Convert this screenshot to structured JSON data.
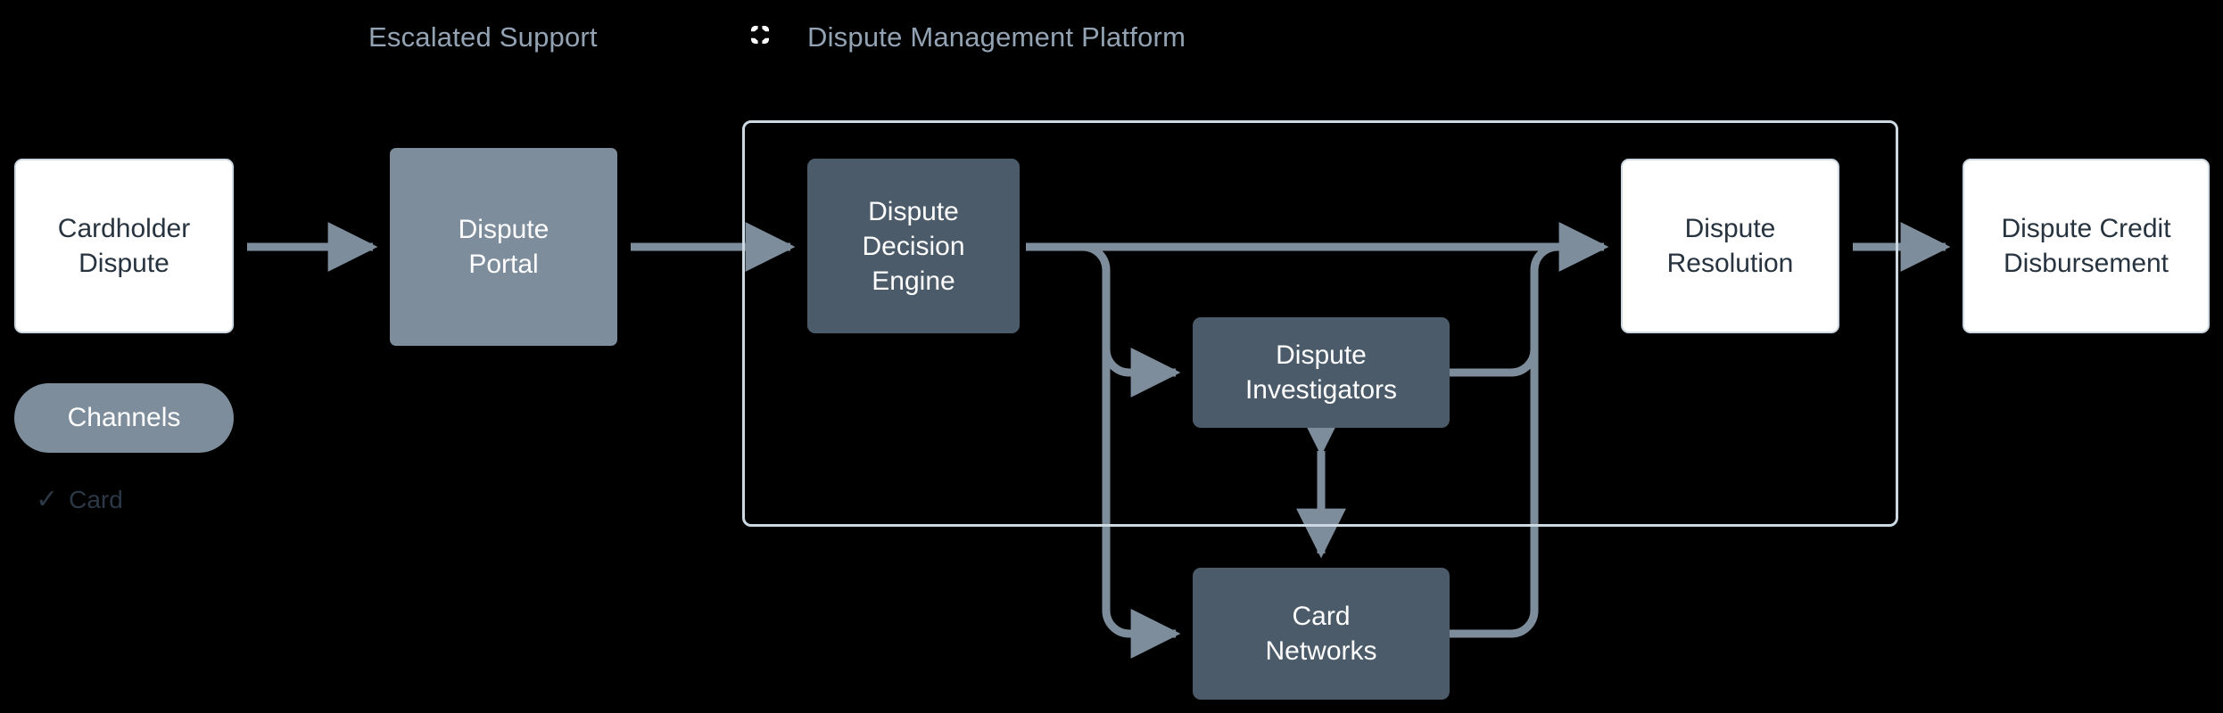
{
  "header": {
    "escalated_support_label": "Escalated Support",
    "platform_label": "Dispute Management Platform",
    "platform_icon": "quatrefoil-icon"
  },
  "colors": {
    "background": "#000000",
    "white_node_fill": "#ffffff",
    "white_node_border": "#cdd8e0",
    "white_node_text": "#27333f",
    "mid_node_fill": "#7e8d9c",
    "dark_node_fill": "#4b5b6a",
    "node_text_light": "#ffffff",
    "connector": "#7e8d9c",
    "boundary_border": "#ccd9e2",
    "header_text": "#93a3b4",
    "legend_text": "#2c3845"
  },
  "boundary": {
    "name": "Dispute Management Platform"
  },
  "nodes": [
    {
      "id": "cardholder-dispute",
      "label": "Cardholder\nDispute",
      "style": "white"
    },
    {
      "id": "dispute-portal",
      "label": "Dispute\nPortal",
      "style": "mid"
    },
    {
      "id": "decision-engine",
      "label": "Dispute\nDecision\nEngine",
      "style": "dark"
    },
    {
      "id": "investigators",
      "label": "Dispute\nInvestigators",
      "style": "dark"
    },
    {
      "id": "card-networks",
      "label": "Card\nNetworks",
      "style": "dark"
    },
    {
      "id": "dispute-resolution",
      "label": "Dispute\nResolution",
      "style": "white"
    },
    {
      "id": "credit-disbursement",
      "label": "Dispute Credit\nDisbursement",
      "style": "white"
    }
  ],
  "node_labels": {
    "cardholder_dispute_line1": "Cardholder",
    "cardholder_dispute_line2": "Dispute",
    "dispute_portal_line1": "Dispute",
    "dispute_portal_line2": "Portal",
    "decision_engine_line1": "Dispute",
    "decision_engine_line2": "Decision",
    "decision_engine_line3": "Engine",
    "investigators_line1": "Dispute",
    "investigators_line2": "Investigators",
    "card_networks_line1": "Card",
    "card_networks_line2": "Networks",
    "dispute_resolution_line1": "Dispute",
    "dispute_resolution_line2": "Resolution",
    "credit_disbursement_line1": "Dispute Credit",
    "credit_disbursement_line2": "Disbursement"
  },
  "channels": {
    "pill_label": "Channels",
    "items": [
      {
        "check": "✓",
        "label": "Card"
      }
    ]
  },
  "edges": [
    {
      "from": "cardholder-dispute",
      "to": "dispute-portal",
      "direction": "one-way"
    },
    {
      "from": "dispute-portal",
      "to": "decision-engine",
      "direction": "one-way"
    },
    {
      "from": "decision-engine",
      "to": "dispute-resolution",
      "direction": "one-way"
    },
    {
      "from": "decision-engine",
      "to": "investigators",
      "direction": "one-way"
    },
    {
      "from": "decision-engine",
      "to": "card-networks",
      "direction": "one-way"
    },
    {
      "from": "investigators",
      "to": "dispute-resolution",
      "direction": "one-way"
    },
    {
      "from": "card-networks",
      "to": "dispute-resolution",
      "direction": "one-way"
    },
    {
      "from": "investigators",
      "to": "card-networks",
      "direction": "bidirectional"
    },
    {
      "from": "dispute-resolution",
      "to": "credit-disbursement",
      "direction": "one-way"
    }
  ]
}
